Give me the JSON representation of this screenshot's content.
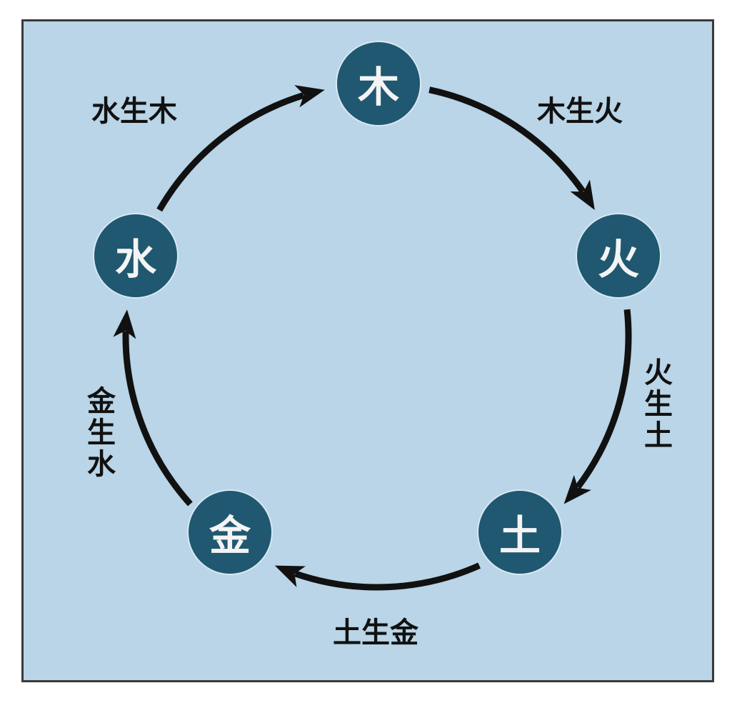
{
  "elements": [
    {
      "name": "wood",
      "char": "木"
    },
    {
      "name": "fire",
      "char": "火"
    },
    {
      "name": "earth",
      "char": "土"
    },
    {
      "name": "metal",
      "char": "金"
    },
    {
      "name": "water",
      "char": "水"
    }
  ],
  "cycle_labels": {
    "wood_fire": "木生火",
    "fire_earth": "火生土",
    "earth_metal": "土生金",
    "metal_water": "金生水",
    "water_wood": "水生木"
  },
  "colors": {
    "background": "#b9d5e7",
    "node": "#1f5870",
    "arrow": "#111111"
  }
}
